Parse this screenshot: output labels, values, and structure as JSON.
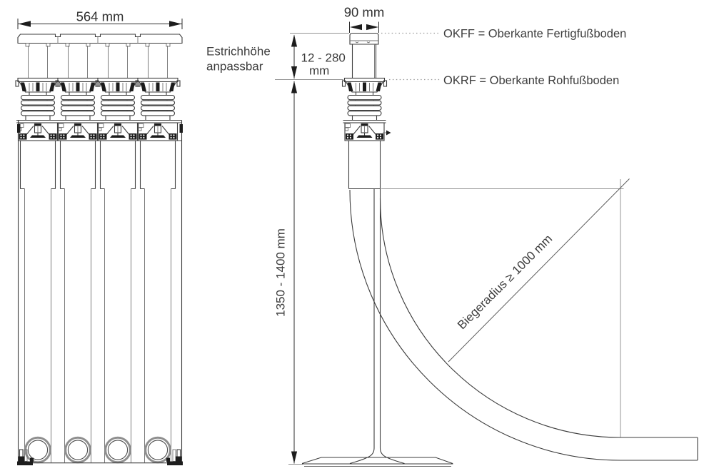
{
  "figure": {
    "kind": "technical installation drawing",
    "colors": {
      "ink": "#3c3c3c",
      "detail_black": "#1d1d1d",
      "construction_gray": "#949494",
      "ring_gray": "#8f8f8f",
      "text": "#3d3d3d",
      "background": "#ffffff"
    }
  },
  "front_view": {
    "dim_width": "564 mm",
    "unit_count": 4
  },
  "side_view": {
    "dim_cap_width": "90 mm",
    "screed_note_line1": "Estrichhöhe",
    "screed_note_line2": "anpassbar",
    "dim_screed_line1": "12 - 280",
    "dim_screed_line2": "mm",
    "label_okff": "OKFF = Oberkante Fertigfußboden",
    "label_okrf": "OKRF = Oberkante Rohfußboden",
    "dim_height": "1350 - 1400 mm",
    "label_bend_radius": "Biegeradius ≥ 1000 mm"
  }
}
